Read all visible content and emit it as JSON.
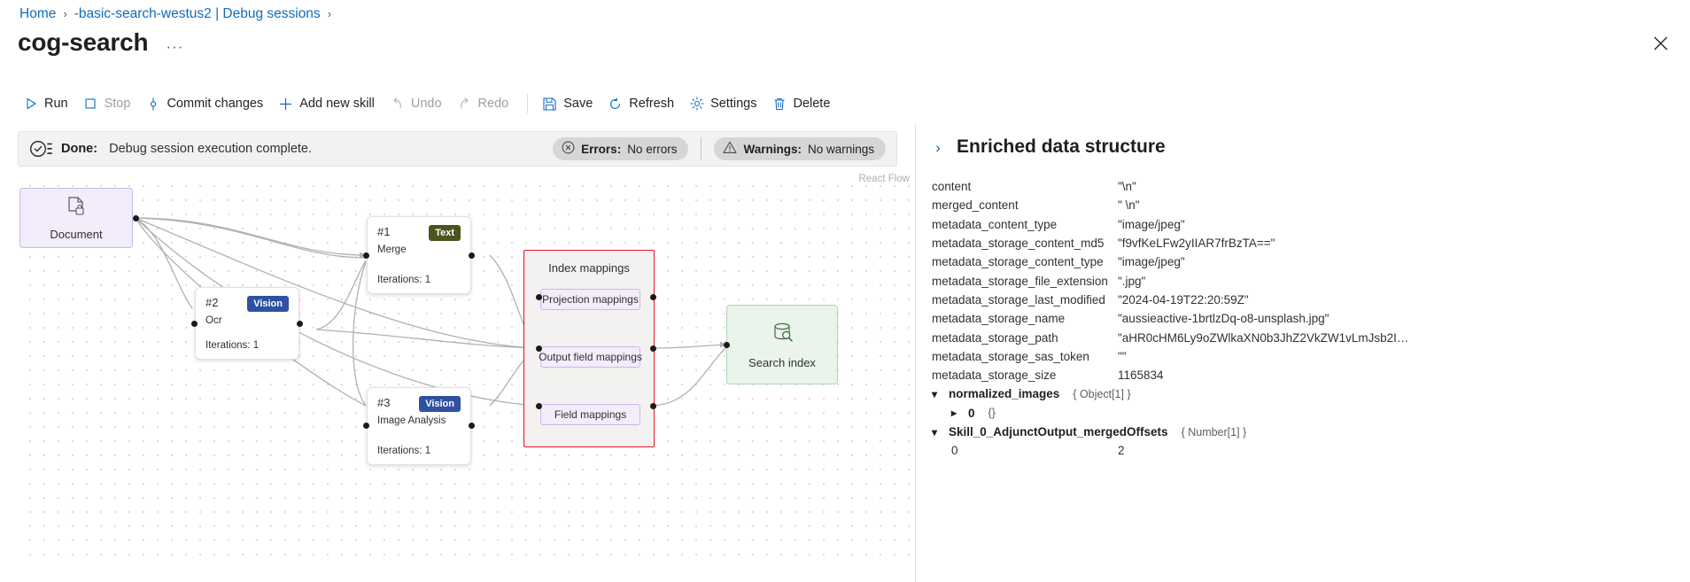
{
  "breadcrumb": {
    "items": [
      {
        "label": "Home",
        "sep": "›"
      },
      {
        "label": "-basic-search-westus2 | Debug sessions",
        "sep": "›"
      }
    ]
  },
  "header": {
    "title": "cog-search",
    "more_label": "···",
    "close_icon": "close-icon"
  },
  "toolbar": {
    "items": [
      {
        "label": "Run",
        "icon": "play-icon",
        "disabled": false
      },
      {
        "label": "Stop",
        "icon": "stop-icon",
        "disabled": true
      },
      {
        "label": "Commit changes",
        "icon": "commit-icon",
        "disabled": false
      },
      {
        "label": "Add new skill",
        "icon": "plus-icon",
        "disabled": false
      },
      {
        "label": "Undo",
        "icon": "undo-icon",
        "disabled": true
      },
      {
        "label": "Redo",
        "icon": "redo-icon",
        "disabled": true
      },
      {
        "label": "Save",
        "icon": "save-icon",
        "disabled": false
      },
      {
        "label": "Refresh",
        "icon": "refresh-icon",
        "disabled": false
      },
      {
        "label": "Settings",
        "icon": "gear-icon",
        "disabled": false
      },
      {
        "label": "Delete",
        "icon": "trash-icon",
        "disabled": false
      }
    ]
  },
  "status": {
    "icon": "check-list-icon",
    "done_label": "Done:",
    "message": "Debug session execution complete.",
    "errors": {
      "icon": "error-circle-icon",
      "label": "Errors:",
      "value": "No errors"
    },
    "warnings": {
      "icon": "warning-triangle-icon",
      "label": "Warnings:",
      "value": "No warnings"
    }
  },
  "canvas": {
    "watermark": "React Flow",
    "document_node": {
      "label": "Document",
      "icon": "document-lock-icon"
    },
    "skills": [
      {
        "num": "#1",
        "name": "Merge",
        "badge": "Text",
        "badge_color": "#49541e",
        "iterations": "Iterations: 1"
      },
      {
        "num": "#2",
        "name": "Ocr",
        "badge": "Vision",
        "badge_color": "#2f52a0",
        "iterations": "Iterations: 1"
      },
      {
        "num": "#3",
        "name": "Image Analysis",
        "badge": "Vision",
        "badge_color": "#2f52a0",
        "iterations": "Iterations: 1"
      }
    ],
    "group": {
      "title": "Index mappings",
      "border_color": "#e81123",
      "pills": [
        "Projection mappings",
        "Output field mappings",
        "Field mappings"
      ]
    },
    "index_node": {
      "label": "Search index",
      "icon": "search-database-icon"
    }
  },
  "panel": {
    "title": "Enriched data structure",
    "caret": "›",
    "rows": [
      {
        "key": "content",
        "value": "\"\\n\"",
        "type": "plain"
      },
      {
        "key": "merged_content",
        "value": "\" \\n\"",
        "type": "plain"
      },
      {
        "key": "metadata_content_type",
        "value": "\"image/jpeg\"",
        "type": "plain"
      },
      {
        "key": "metadata_storage_content_md5",
        "value": "\"f9vfKeLFw2yIIAR7frBzTA==\"",
        "type": "plain"
      },
      {
        "key": "metadata_storage_content_type",
        "value": "\"image/jpeg\"",
        "type": "plain"
      },
      {
        "key": "metadata_storage_file_extension",
        "value": "\".jpg\"",
        "type": "plain"
      },
      {
        "key": "metadata_storage_last_modified",
        "value": "\"2024-04-19T22:20:59Z\"",
        "type": "plain"
      },
      {
        "key": "metadata_storage_name",
        "value": "\"aussieactive-1brtlzDq-o8-unsplash.jpg\"",
        "type": "plain"
      },
      {
        "key": "metadata_storage_path",
        "value": "\"aHR0cHM6Ly9oZWlkaXN0b3JhZ2VkZW1vLmJsb2I…",
        "type": "plain"
      },
      {
        "key": "metadata_storage_sas_token",
        "value": "\"\"",
        "type": "plain"
      },
      {
        "key": "metadata_storage_size",
        "value": "1165834",
        "type": "plain"
      },
      {
        "key": "normalized_images",
        "value": "",
        "annotation": "{ Object[1] }",
        "type": "expanded",
        "indent": 0
      },
      {
        "key": "0",
        "value": "",
        "annotation": "{}",
        "type": "collapsed",
        "indent": 1
      },
      {
        "key": "Skill_0_AdjunctOutput_mergedOffsets",
        "value": "",
        "annotation": "{ Number[1] }",
        "type": "expanded",
        "indent": 0
      },
      {
        "key": "0",
        "value": "2",
        "type": "leaf",
        "indent": 1
      }
    ]
  }
}
